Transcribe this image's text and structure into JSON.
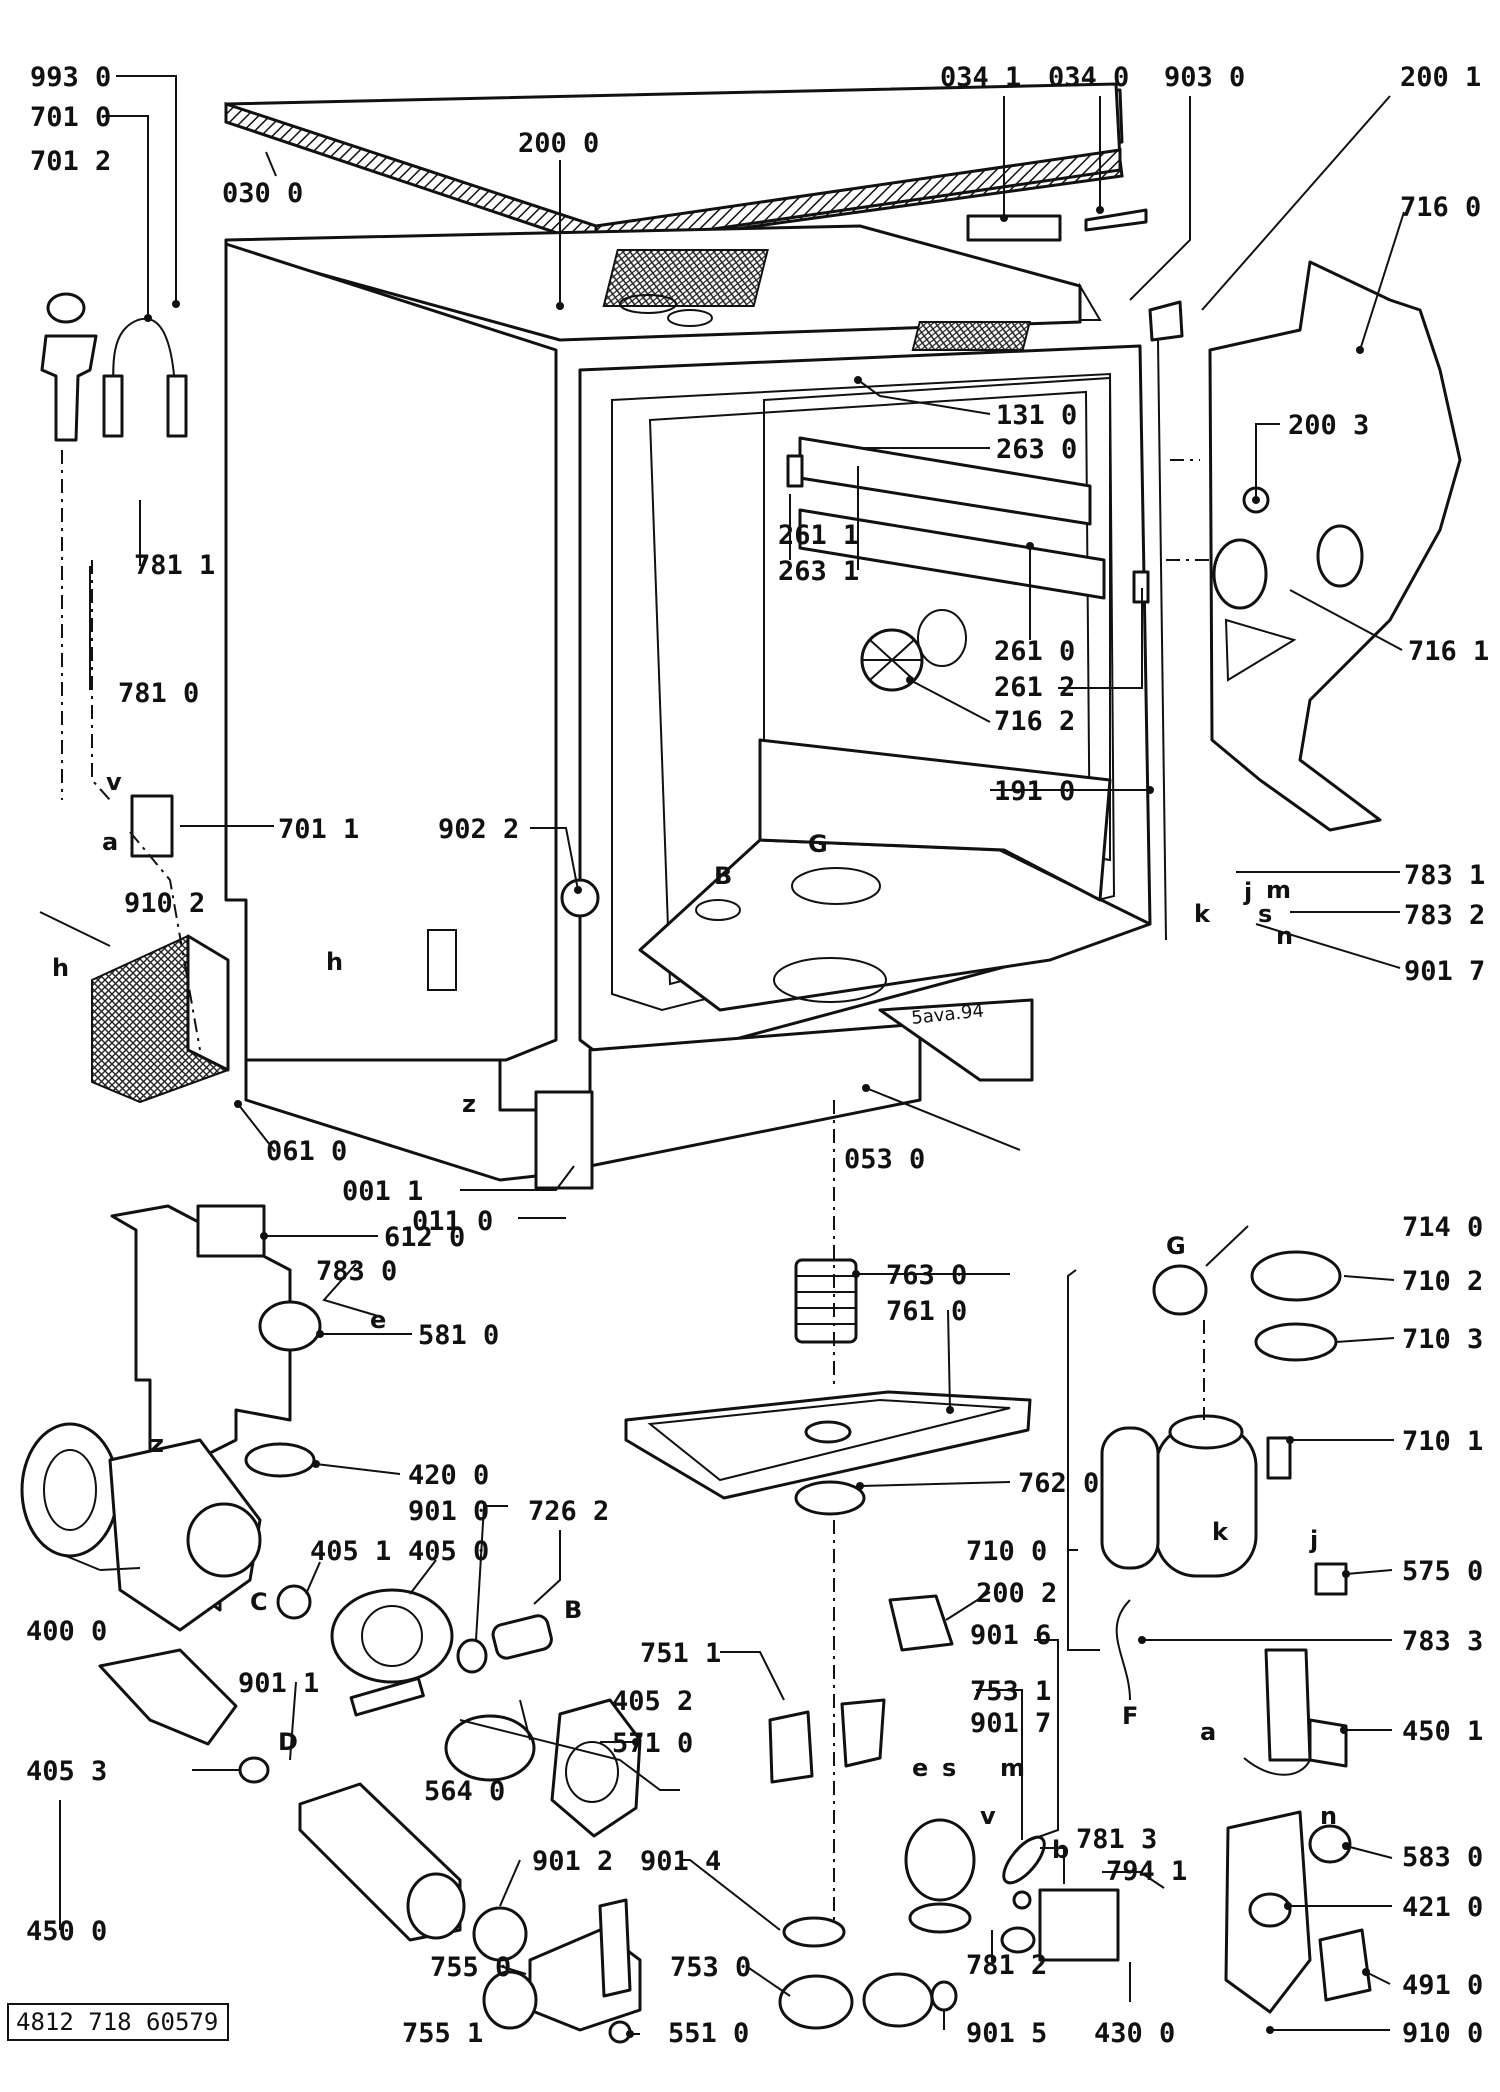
{
  "document_code": "4812 718 60579",
  "parts": [
    "993 0",
    "701 0",
    "701 2",
    "030 0",
    "200 0",
    "034 1",
    "034 0",
    "903 0",
    "200 1",
    "716 0",
    "131 0",
    "263 0",
    "200 3",
    "261 1",
    "263 1",
    "261 0",
    "261 2",
    "716 1",
    "716 2",
    "781 1",
    "781 0",
    "701 1",
    "191 0",
    "902 2",
    "783 1",
    "910 2",
    "783 2",
    "901 7",
    "061 0",
    "053 0",
    "001 1",
    "011 0",
    "612 0",
    "783 0",
    "581 0",
    "763 0",
    "761 0",
    "714 0",
    "710 2",
    "710 3",
    "710 1",
    "420 0",
    "762 0",
    "901 0",
    "726 2",
    "405 1",
    "405 0",
    "710 0",
    "575 0",
    "400 0",
    "200 2",
    "901 6",
    "783 3",
    "751 1",
    "753 1",
    "901 1",
    "405 2",
    "450 1",
    "571 0",
    "405 3",
    "564 0",
    "450 0",
    "901 2",
    "901 4",
    "781 3",
    "794 1",
    "583 0",
    "421 0",
    "755 0",
    "753 0",
    "781 2",
    "491 0",
    "755 1",
    "551 0",
    "901 5",
    "430 0",
    "910 0"
  ],
  "connection_letters": {
    "v": "v",
    "a": "a",
    "h": "h",
    "z": "z",
    "B": "B",
    "G": "G",
    "k": "k",
    "j": "j",
    "s": "s",
    "m": "m",
    "n": "n",
    "e": "e",
    "C": "C",
    "D": "D",
    "F": "F",
    "b": "b"
  },
  "handwritten_note": "5ava.94"
}
